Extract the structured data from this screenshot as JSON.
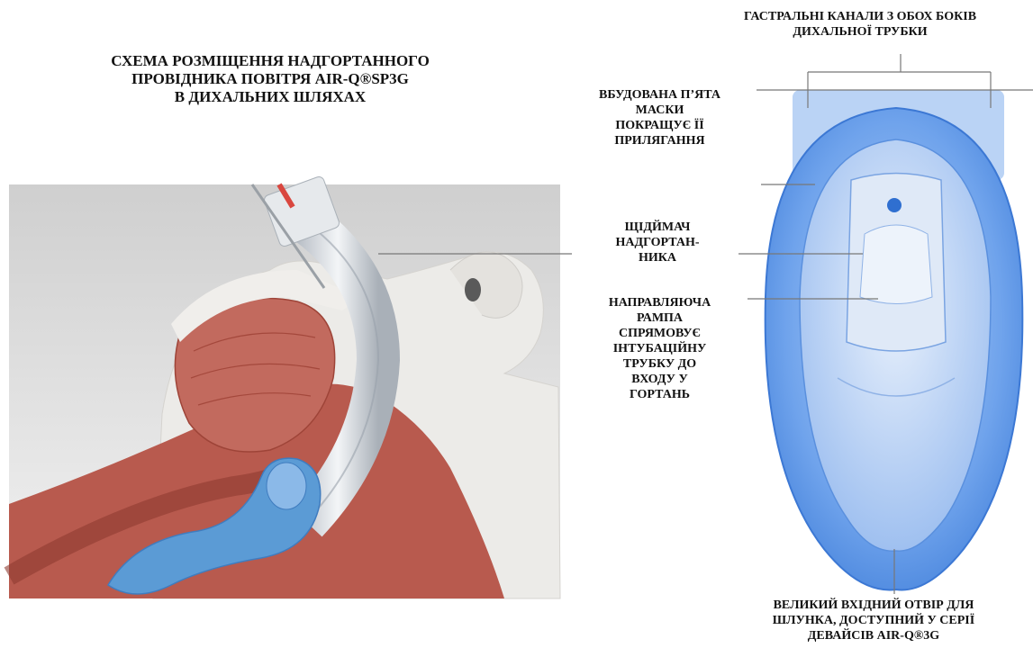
{
  "title": "СХЕМА РОЗМІЩЕННЯ НАДГОРТАННОГО\nПРОВІДНИКА ПОВІТРЯ AIR-Q®SP3G\nВ ДИХАЛЬНИХ ШЛЯХАХ",
  "callouts": {
    "gastric_channels": "ГАСТРАЛЬНІ КАНАЛИ З ОБОХ БОКІВ\nДИХАЛЬНОЇ ТРУБКИ",
    "heel": "ВБУДОВАНА П’ЯТА\nМАСКИ\nПОКРАЩУЄ ЇЇ\nПРИЛЯГАННЯ",
    "epiglottis_elevator": "ЩІДЙМАЧ\nНАДГОРТАН-\nНИКА",
    "guide_ramp": "НАПРАВЛЯЮЧА\nРАМПА\nСПРЯМОВУЄ\nІНТУБАЦІЙНУ\nТРУБКУ ДО\nВХОДУ У\nГОРТАНЬ",
    "gastric_opening": "ВЕЛИКИЙ ВХІДНИЙ ОТВІР ДЛЯ\nШЛУНКА, ДОСТУПНИЙ У СЕРІЇ\nДЕВАЙСІВ AIR-Q®3G"
  },
  "colors": {
    "tissue": "#b85a4e",
    "skin": "#e8e6e2",
    "mask_blue": "#6fa3ec",
    "device_blue": "#5b9bd5",
    "tube": "#d9dde2",
    "line": "#777777"
  }
}
